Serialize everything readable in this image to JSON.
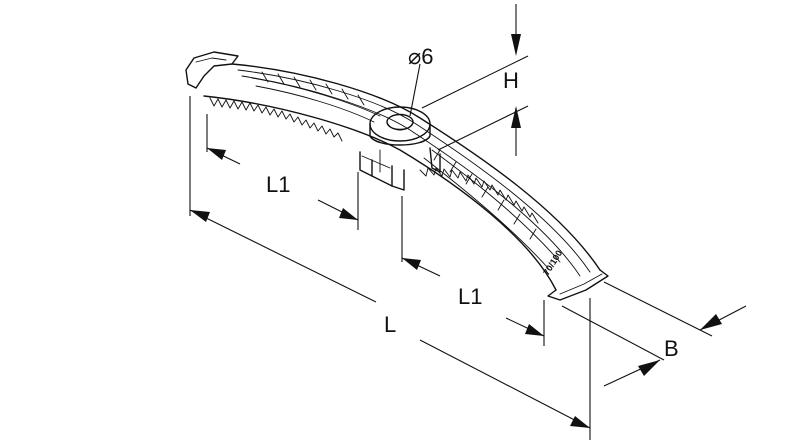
{
  "labels": {
    "diameter": "⌀6",
    "height": "H",
    "length_segment_left": "L1",
    "length_segment_right": "L1",
    "length_total": "L",
    "width": "B"
  },
  "part_marking": "70/100"
}
